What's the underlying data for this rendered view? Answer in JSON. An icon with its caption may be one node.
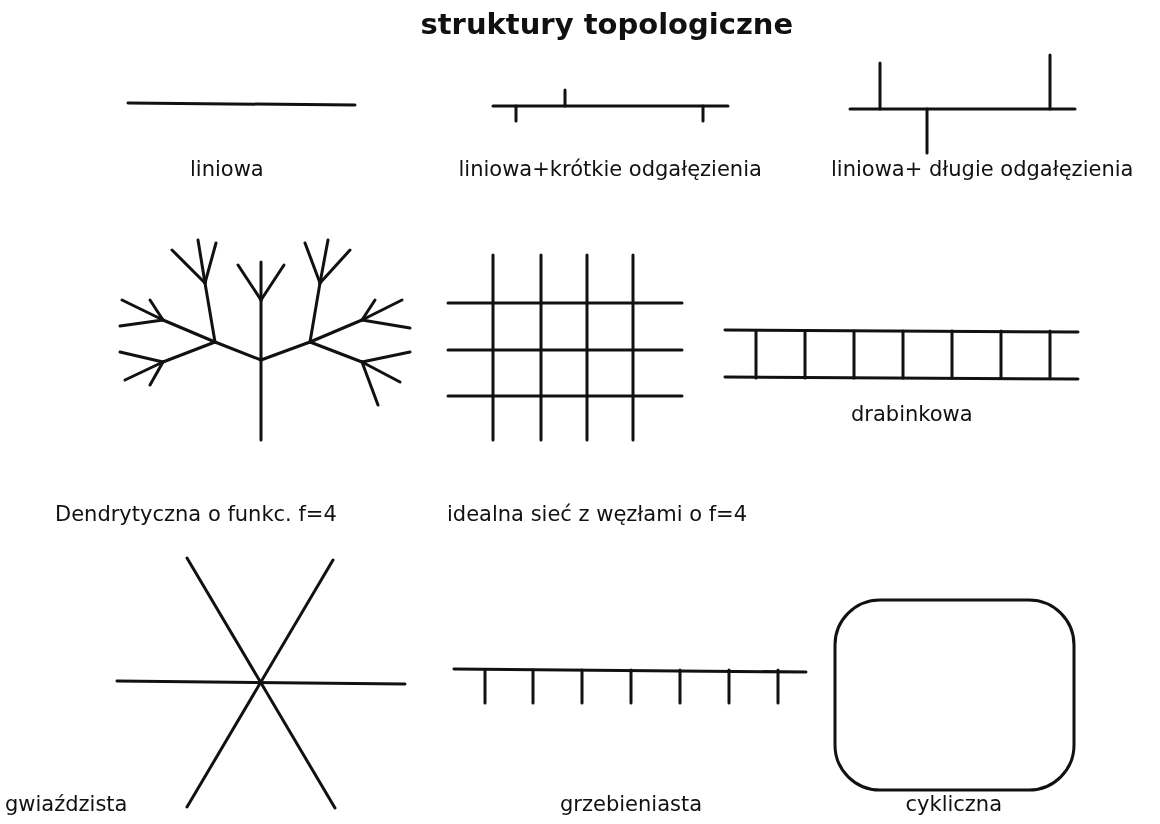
{
  "diagram": {
    "title": "struktury topologiczne",
    "labels": [
      "liniowa",
      "liniowa+krótkie odgałęzienia",
      "liniowa+ długie odgałęzienia",
      "drabinkowa",
      "Dendrytyczna o funkc. f=4",
      "idealna sieć z węzłami o f=4",
      "gwiaździsta",
      "grzebieniasta",
      "cykliczna"
    ]
  }
}
